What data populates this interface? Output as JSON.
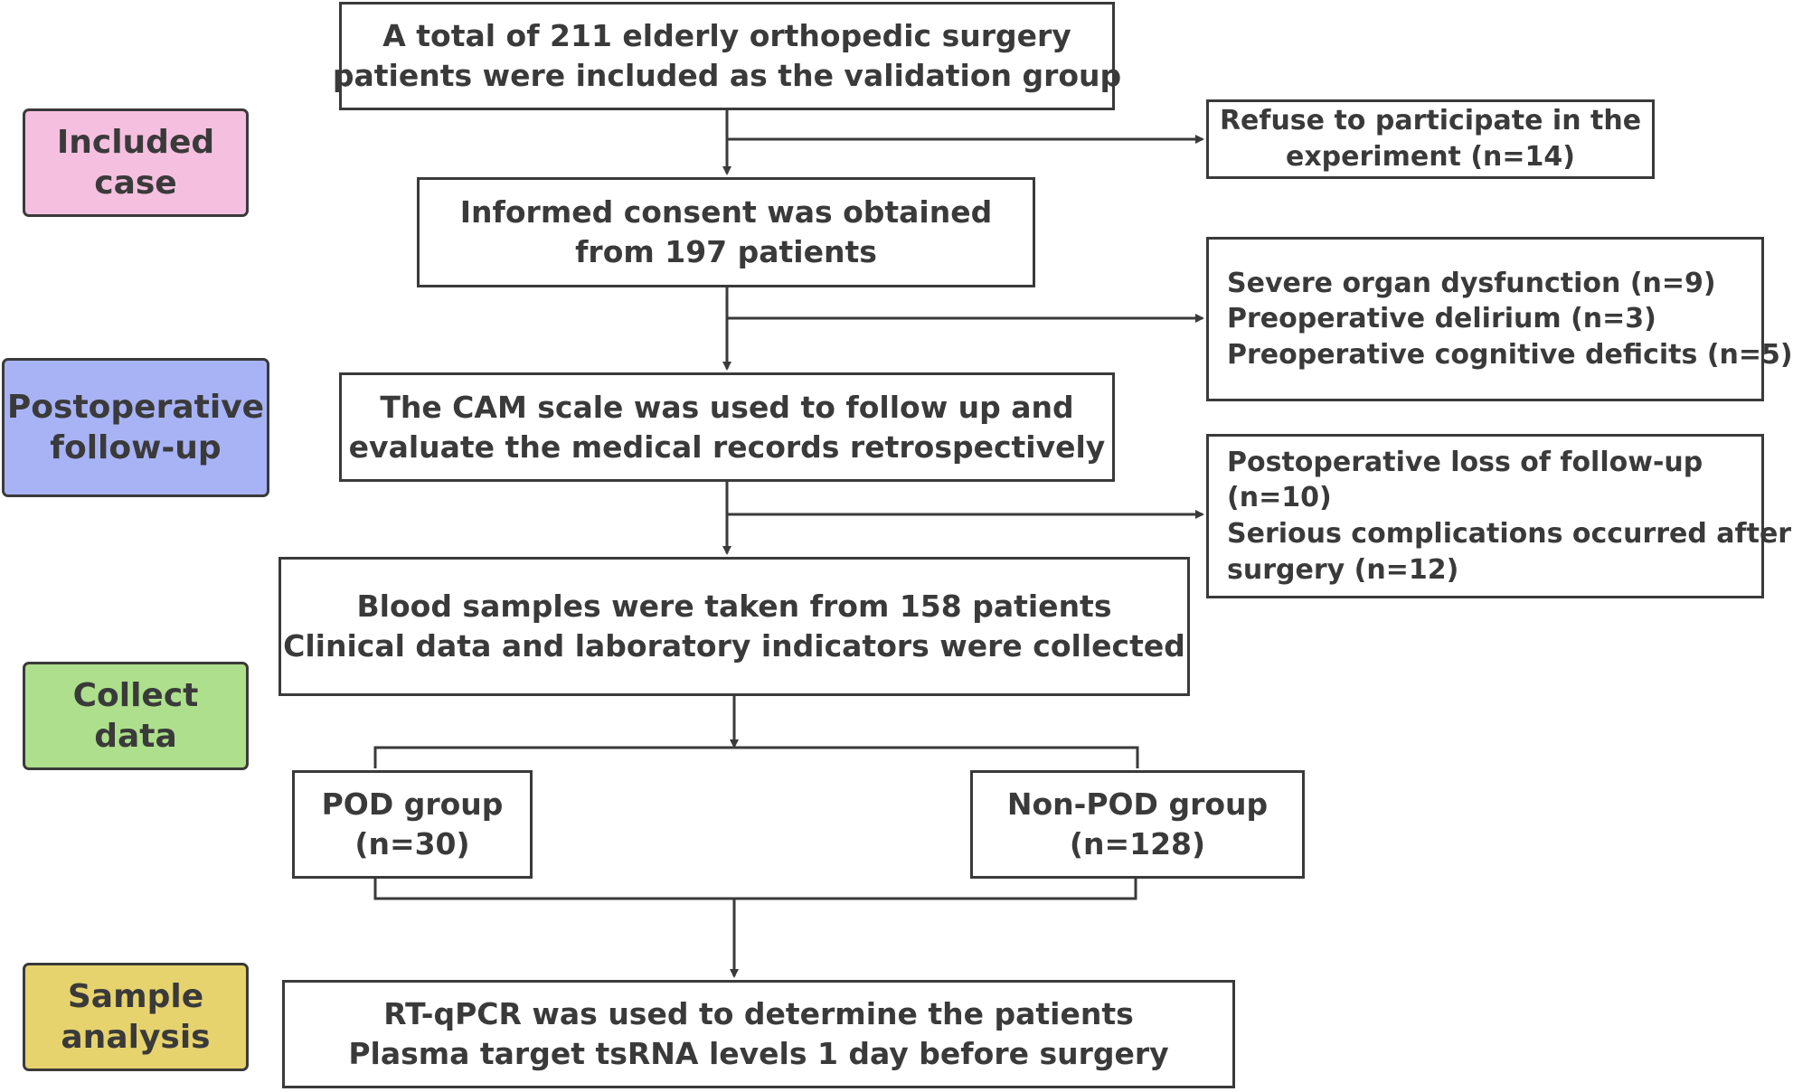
{
  "stages": [
    {
      "lines": [
        "Included",
        "case"
      ],
      "color": "#f5bfdf"
    },
    {
      "lines": [
        "Postoperative",
        "follow-up"
      ],
      "color": "#a8b3f5"
    },
    {
      "lines": [
        "Collect",
        "data"
      ],
      "color": "#addf8c"
    },
    {
      "lines": [
        "Sample",
        "analysis"
      ],
      "color": "#e6d36e"
    }
  ],
  "main_steps": [
    {
      "lines": [
        "A total of 211 elderly orthopedic surgery",
        "patients were included as the validation group"
      ]
    },
    {
      "lines": [
        "Informed consent was obtained",
        "from 197 patients"
      ]
    },
    {
      "lines": [
        "The CAM scale was used to follow up and",
        "evaluate the medical records retrospectively"
      ]
    },
    {
      "lines": [
        "Blood samples were taken from 158 patients",
        "Clinical data and laboratory indicators were collected"
      ]
    }
  ],
  "exclusions": [
    {
      "lines": [
        "Refuse to participate in the",
        "experiment (n=14)"
      ]
    },
    {
      "lines": [
        "Severe organ dysfunction (n=9)",
        "Preoperative delirium (n=3)",
        "Preoperative cognitive deficits (n=5)"
      ]
    },
    {
      "lines": [
        "Postoperative loss of follow-up",
        "(n=10)",
        "Serious complications occurred after",
        "surgery (n=12)"
      ]
    }
  ],
  "groups": [
    {
      "lines": [
        "POD group",
        "(n=30)"
      ]
    },
    {
      "lines": [
        "Non-POD group",
        "(n=128)"
      ]
    }
  ],
  "final_step": {
    "lines": [
      "RT-qPCR was used to determine the patients",
      "Plasma target tsRNA levels 1 day before surgery"
    ]
  }
}
